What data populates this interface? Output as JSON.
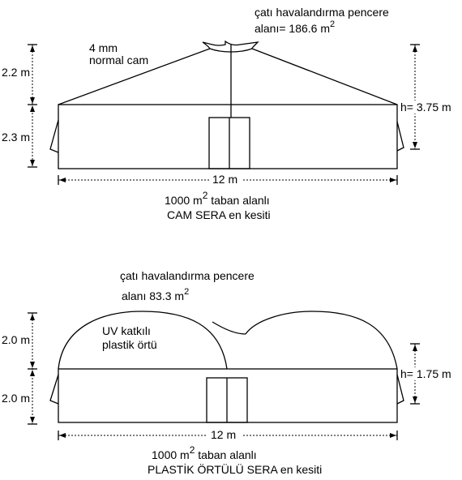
{
  "glass": {
    "vent_line1": "çatı havalandırma pencere",
    "vent_line2": "alanı= 186.6 m",
    "vent_sup": "2",
    "material_line1": "4 mm",
    "material_line2": "normal cam",
    "dim_upper": "2.2 m",
    "dim_lower": "2.3 m",
    "height_label": "h= 3.75 m",
    "width_label": "12 m",
    "caption_line1_a": "1000 m",
    "caption_line1_sup": "2",
    "caption_line1_b": " taban alanlı",
    "caption_line2": "CAM SERA en kesiti"
  },
  "plastic": {
    "vent_line1": "çatı havalandırma pencere",
    "vent_line2": "alanı 83.3 m",
    "vent_sup": "2",
    "material_line1": "UV katkılı",
    "material_line2": "plastik örtü",
    "dim_upper": "2.0 m",
    "dim_lower": "2.0 m",
    "height_label": "h= 1.75 m",
    "width_label": "12 m",
    "caption_line1_a": "1000 m",
    "caption_line1_sup": "2",
    "caption_line1_b": "  taban alanlı",
    "caption_line2": "PLASTİK ÖRTÜLÜ SERA en kesiti"
  }
}
